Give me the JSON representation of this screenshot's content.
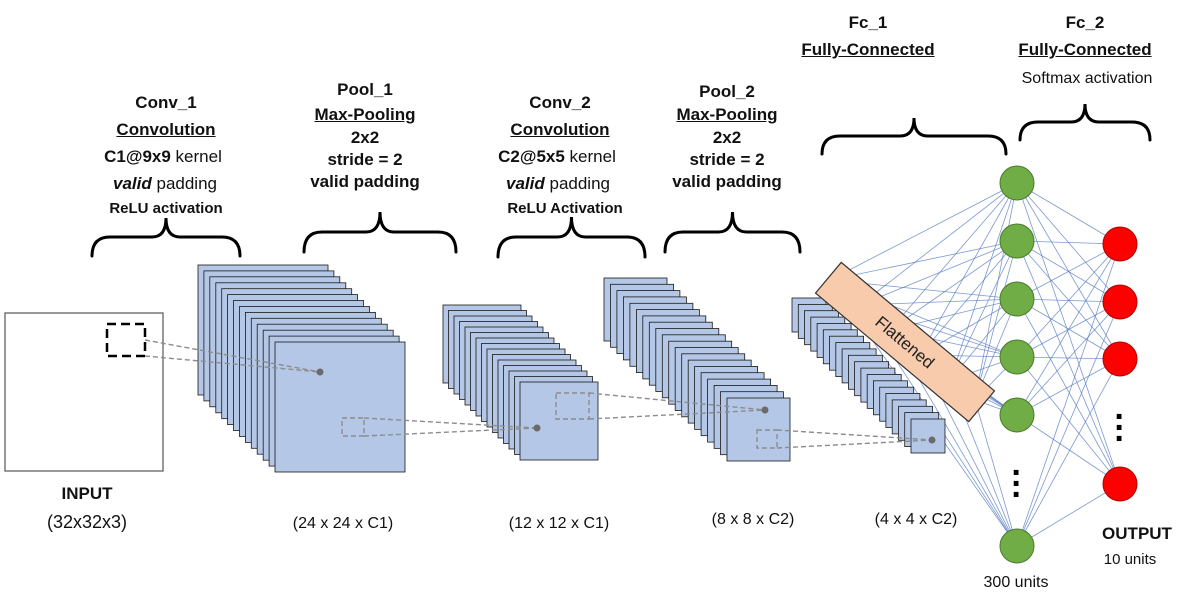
{
  "layers": {
    "conv1": {
      "name": "Conv_1",
      "type": "Convolution",
      "kernel_prefix": "C1@9x9",
      "kernel_suffix": "kernel",
      "padding_word": "valid",
      "padding_suffix": "padding",
      "activation": "ReLU activation",
      "dims": "(24 x 24 x C1)"
    },
    "pool1": {
      "name": "Pool_1",
      "type": "Max-Pooling",
      "size": "2x2",
      "stride": "stride = 2",
      "padding": "valid padding",
      "dims": "(12 x 12 x C1)"
    },
    "conv2": {
      "name": "Conv_2",
      "type": "Convolution",
      "kernel_prefix": "C2@5x5",
      "kernel_suffix": "kernel",
      "padding_word": "valid",
      "padding_suffix": "padding",
      "activation": "ReLU Activation",
      "dims": "(8 x 8 x C2)"
    },
    "pool2": {
      "name": "Pool_2",
      "type": "Max-Pooling",
      "size": "2x2",
      "stride": "stride = 2",
      "padding": "valid padding",
      "dims": "(4 x 4 x C2)"
    },
    "fc1": {
      "name": "Fc_1",
      "type": "Fully-Connected",
      "units": "300 units"
    },
    "fc2": {
      "name": "Fc_2",
      "type": "Fully-Connected",
      "activation": "Softmax activation"
    }
  },
  "input": {
    "title": "INPUT",
    "dims": "(32x32x3)"
  },
  "output": {
    "title": "OUTPUT",
    "units": "10 units"
  },
  "flattened_label": "Flattened",
  "colors": {
    "feature_map_fill": "#b4c7e7",
    "feature_map_stroke": "#1a1a1a",
    "flattened_fill": "#f8cbad",
    "hidden_node": "#70ad47",
    "output_node": "#ff0000",
    "connection": "#5b7fc4",
    "guide_line": "#8c8c8c"
  }
}
